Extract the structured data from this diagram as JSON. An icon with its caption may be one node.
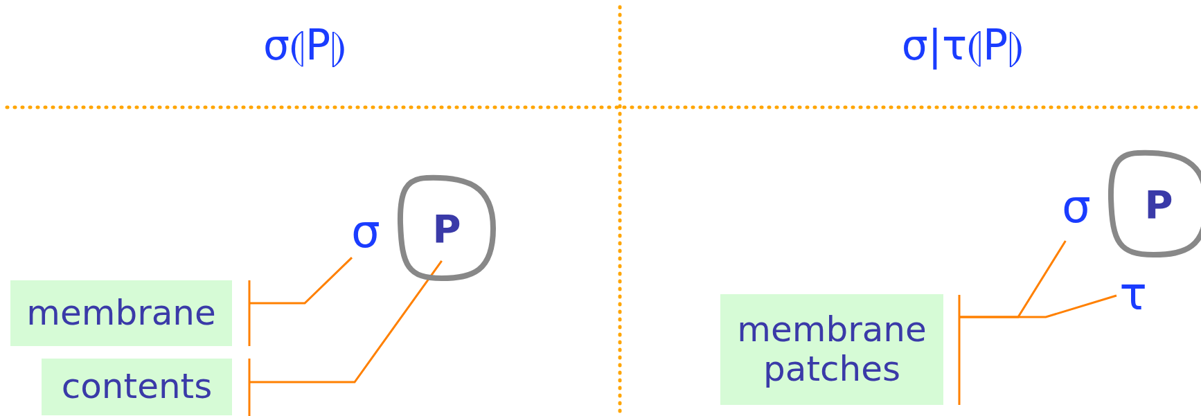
{
  "diagram": {
    "nodes": [
      {
        "text": [
          "membrane"
        ]
      },
      {
        "text": [
          "contents"
        ]
      },
      {
        "text": [
          "P"
        ]
      },
      {
        "text": [
          "σ"
        ]
      },
      {
        "text": [
          "membrane patches"
        ]
      },
      {
        "text": [
          "P"
        ]
      },
      {
        "text": [
          "σ"
        ]
      },
      {
        "text": [
          "τ"
        ]
      }
    ],
    "edges": [
      {
        "from": 0,
        "to": 3,
        "arrow": "none"
      },
      {
        "from": 1,
        "to": 2,
        "arrow": "none"
      },
      {
        "from": 4,
        "to": 6,
        "arrow": "none"
      },
      {
        "from": 4,
        "to": 7,
        "arrow": "none"
      }
    ],
    "labels": [
      "σ⦇P⦈",
      "σ|τ⦇P⦈"
    ]
  }
}
